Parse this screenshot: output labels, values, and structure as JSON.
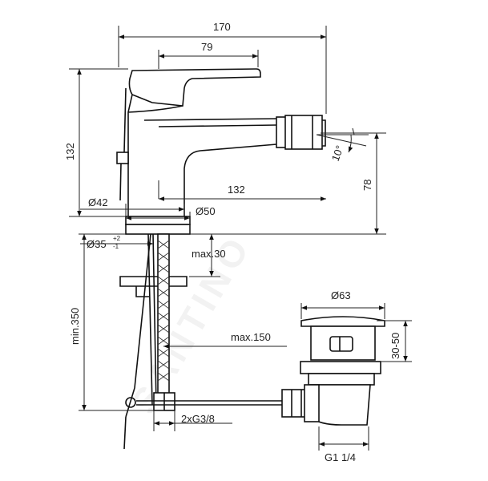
{
  "watermark": "SANTINO",
  "colors": {
    "line": "#111111",
    "background": "#ffffff"
  },
  "dimensions": {
    "overall_width": "170",
    "handle_width": "79",
    "height": "132",
    "reach": "132",
    "outlet_height": "78",
    "angle": "10°",
    "base_diameter": "Ø42",
    "spout_diameter": "Ø50",
    "hole_diameter": "Ø35",
    "hole_tol_plus": "+2",
    "hole_tol_minus": "-1",
    "max_thickness": "max.30",
    "min_length": "min.350",
    "max_hose": "max.150",
    "connection": "2xG3/8",
    "waste_diameter": "Ø63",
    "waste_range": "30-50",
    "waste_thread": "G1 1/4"
  }
}
